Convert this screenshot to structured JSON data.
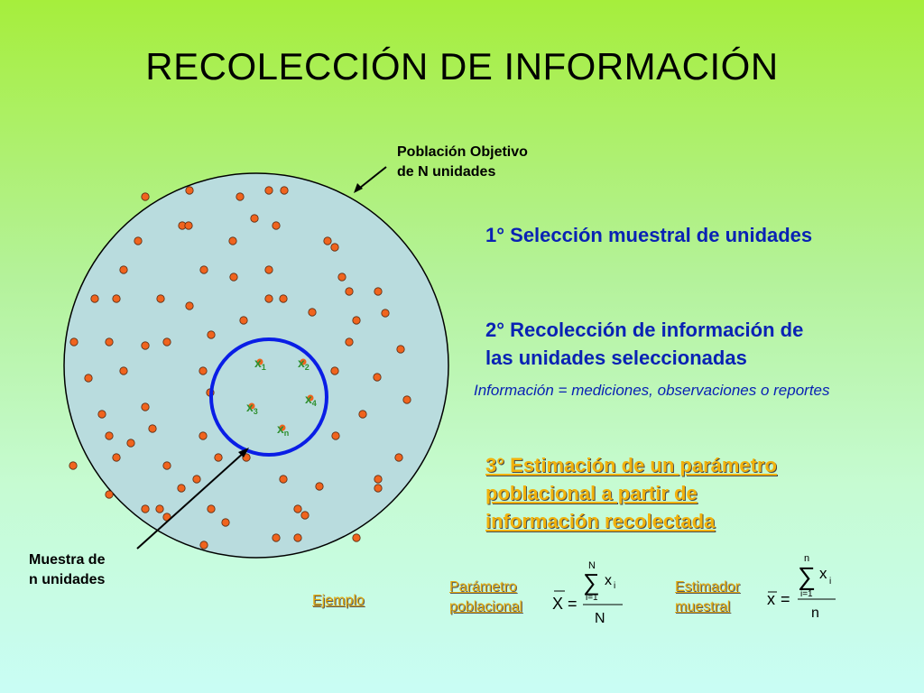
{
  "title": "RECOLECCIÓN DE INFORMACIÓN",
  "population_label": [
    "Población Objetivo",
    "de N unidades"
  ],
  "sample_label": [
    "Muestra de",
    "n unidades"
  ],
  "steps": {
    "step1": "1° Selección muestral de unidades",
    "step2": [
      "2° Recolección de información de",
      "las unidades seleccionadas"
    ],
    "info_note": "Información = mediciones, observaciones o reportes",
    "step3": [
      "3° Estimación de un parámetro",
      "poblacional a partir de",
      "información recolectada"
    ]
  },
  "example": {
    "label": "Ejemplo",
    "parameter_label": [
      "Parámetro",
      "poblacional"
    ],
    "estimator_label": [
      "Estimador",
      "muestral"
    ],
    "parameter_formula": {
      "lhs": "X",
      "eq": "=",
      "sum_top": "N",
      "sum_bottom": "i=1",
      "term": "x",
      "term_sub": "i",
      "denominator": "N"
    },
    "estimator_formula": {
      "lhs": "x",
      "eq": "=",
      "sum_top": "n",
      "sum_bottom": "i=1",
      "term": "x",
      "term_sub": "i",
      "denominator": "n"
    }
  },
  "sample_units": [
    {
      "name": "x",
      "sub": "1"
    },
    {
      "name": "x",
      "sub": "2"
    },
    {
      "name": "x",
      "sub": "3"
    },
    {
      "name": "x",
      "sub": "4"
    },
    {
      "name": "x",
      "sub": "n"
    }
  ],
  "colors": {
    "population_fill": "#b9dcde",
    "dot_fill": "#f0641e",
    "sample_ring": "#0a1ee6",
    "step_text": "#0a22b4",
    "step3_text": "#f2b20c",
    "sample_unit_text": "#2f8f2f"
  }
}
